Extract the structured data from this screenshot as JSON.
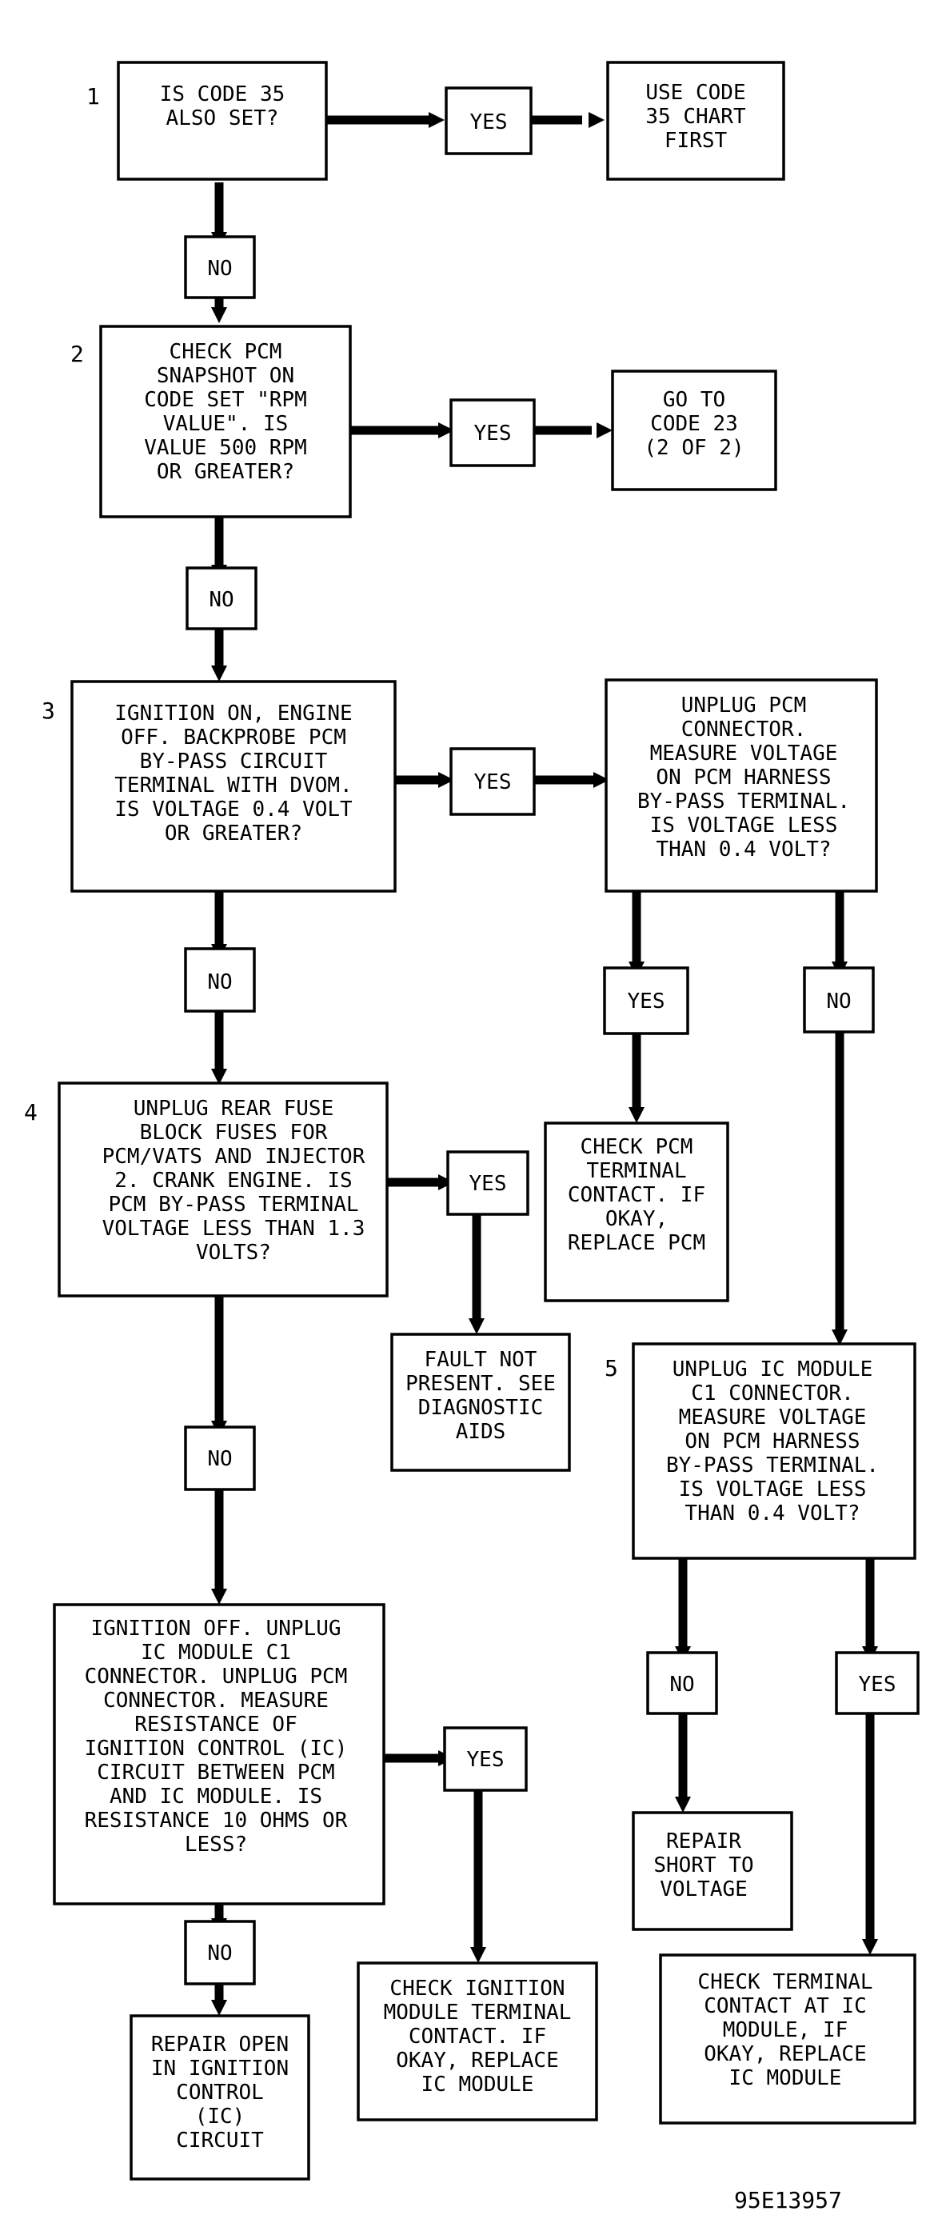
{
  "boxes": {
    "q1": [
      "IS CODE 35",
      "ALSO SET?"
    ],
    "q1_yes": [
      "YES"
    ],
    "q1_result": [
      "USE CODE",
      "35 CHART",
      "FIRST"
    ],
    "q1_no": [
      "NO"
    ],
    "q2": [
      "CHECK PCM",
      "SNAPSHOT ON",
      "CODE SET \"RPM",
      "VALUE\". IS",
      "VALUE 500 RPM",
      "OR GREATER?"
    ],
    "q2_yes": [
      "YES"
    ],
    "q2_result": [
      "GO TO",
      "CODE 23",
      "(2 OF 2)"
    ],
    "q2_no": [
      "NO"
    ],
    "q3": [
      "IGNITION ON, ENGINE",
      "OFF. BACKPROBE PCM",
      "BY-PASS CIRCUIT",
      "TERMINAL WITH DVOM.",
      "IS VOLTAGE 0.4 VOLT",
      "OR GREATER?"
    ],
    "q3_yes": [
      "YES"
    ],
    "q3b": [
      "UNPLUG PCM",
      "CONNECTOR.",
      "MEASURE VOLTAGE",
      "ON PCM HARNESS",
      "BY-PASS TERMINAL.",
      "IS VOLTAGE LESS",
      "THAN 0.4 VOLT?"
    ],
    "q3b_yes": [
      "YES"
    ],
    "q3b_no": [
      "NO"
    ],
    "q3b_yes_result": [
      "CHECK PCM",
      "TERMINAL",
      "CONTACT. IF",
      "OKAY,",
      "REPLACE PCM"
    ],
    "q3_no": [
      "NO"
    ],
    "q4": [
      "UNPLUG REAR FUSE",
      "BLOCK FUSES FOR",
      "PCM/VATS AND INJECTOR",
      "2. CRANK ENGINE. IS",
      "PCM BY-PASS TERMINAL",
      "VOLTAGE LESS THAN 1.3",
      "VOLTS?"
    ],
    "q4_yes": [
      "YES"
    ],
    "q4_yes_result": [
      "FAULT NOT",
      "PRESENT. SEE",
      "DIAGNOSTIC",
      "AIDS"
    ],
    "q4_no": [
      "NO"
    ],
    "q5": [
      "UNPLUG IC MODULE",
      "C1 CONNECTOR.",
      "MEASURE VOLTAGE",
      "ON PCM HARNESS",
      "BY-PASS TERMINAL.",
      "IS VOLTAGE LESS",
      "THAN 0.4 VOLT?"
    ],
    "q5_no": [
      "NO"
    ],
    "q5_yes": [
      "YES"
    ],
    "q5_no_result": [
      "REPAIR",
      "SHORT TO",
      "VOLTAGE"
    ],
    "q5_yes_result": [
      "CHECK TERMINAL",
      "CONTACT AT IC",
      "MODULE, IF",
      "OKAY, REPLACE",
      "IC MODULE"
    ],
    "q6": [
      "IGNITION OFF. UNPLUG",
      "IC MODULE C1",
      "CONNECTOR. UNPLUG PCM",
      "CONNECTOR. MEASURE",
      "RESISTANCE OF",
      "IGNITION CONTROL (IC)",
      "CIRCUIT BETWEEN PCM",
      "AND IC MODULE. IS",
      "RESISTANCE 10 OHMS OR",
      "LESS?"
    ],
    "q6_yes": [
      "YES"
    ],
    "q6_yes_result": [
      "CHECK IGNITION",
      "MODULE TERMINAL",
      "CONTACT. IF",
      "OKAY, REPLACE",
      "IC MODULE"
    ],
    "q6_no": [
      "NO"
    ],
    "q6_no_result": [
      "REPAIR OPEN",
      "IN IGNITION",
      "CONTROL",
      "(IC)",
      "CIRCUIT"
    ]
  },
  "step_numbers": {
    "s1": "1",
    "s2": "2",
    "s3": "3",
    "s4": "4",
    "s5": "5"
  },
  "figure_ref": "95E13957"
}
